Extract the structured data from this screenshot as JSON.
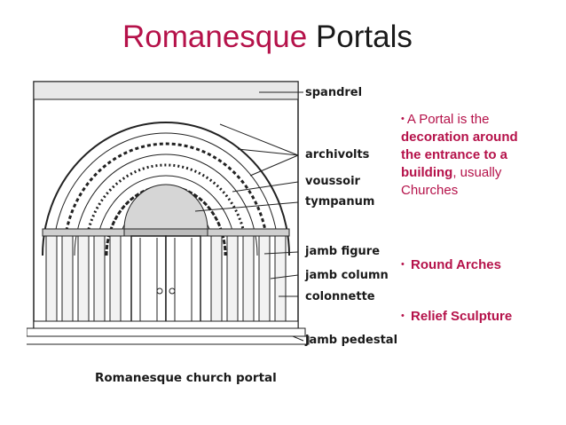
{
  "slide": {
    "title_colored": "Romanesque",
    "title_plain": "Portals"
  },
  "figure": {
    "callouts": [
      "spandrel",
      "archivolts",
      "voussoir",
      "tympanum",
      "jamb figure",
      "jamb column",
      "colonnette",
      "jamb pedestal"
    ],
    "caption": "Romanesque church portal"
  },
  "bullets": [
    {
      "parts": [
        "A Portal is the",
        "decoration around",
        "the entrance to a",
        "building",
        ", usually",
        "Churches"
      ]
    },
    {
      "text": "Round Arches"
    },
    {
      "text": "Relief Sculpture"
    }
  ],
  "colors": {
    "accent": "#b5124a",
    "text": "#1a1a1a"
  }
}
